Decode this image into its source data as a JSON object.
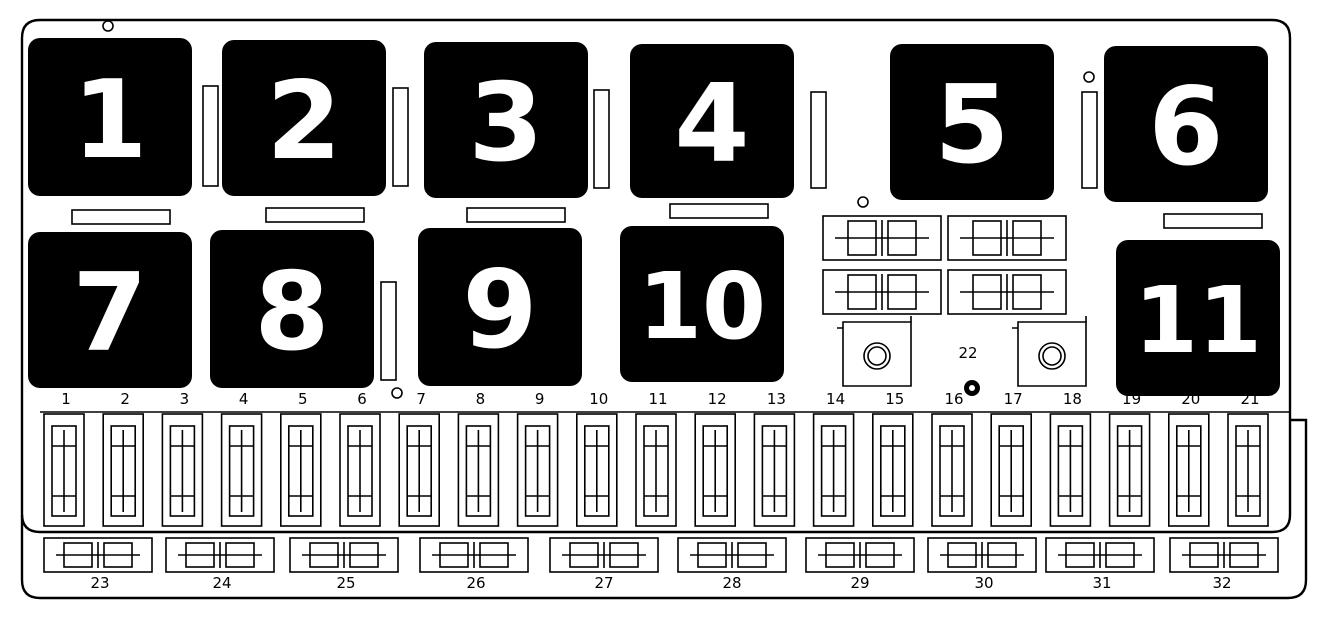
{
  "relays": [
    {
      "label": "1"
    },
    {
      "label": "2"
    },
    {
      "label": "3"
    },
    {
      "label": "4"
    },
    {
      "label": "5"
    },
    {
      "label": "6"
    },
    {
      "label": "7"
    },
    {
      "label": "8"
    },
    {
      "label": "9"
    },
    {
      "label": "10"
    },
    {
      "label": "11"
    }
  ],
  "fuses_top": [
    "1",
    "2",
    "3",
    "4",
    "5",
    "6",
    "7",
    "8",
    "9",
    "10",
    "11",
    "12",
    "13",
    "14",
    "15",
    "16",
    "17",
    "18",
    "19",
    "20",
    "21"
  ],
  "fuse_22": "22",
  "fuses_bottom": [
    "23",
    "24",
    "25",
    "26",
    "27",
    "28",
    "29",
    "30",
    "31",
    "32"
  ],
  "colors": {
    "relay_fill": "#000000",
    "line": "#000000",
    "background": "#ffffff"
  }
}
